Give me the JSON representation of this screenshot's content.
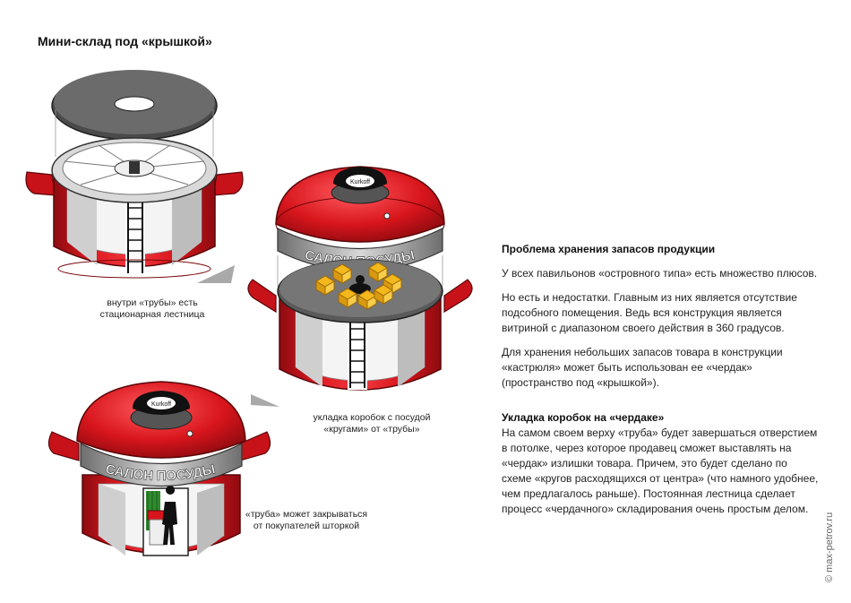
{
  "title": "Мини-склад под «крышкой»",
  "captions": {
    "ladder": [
      "внутри «трубы» есть",
      "стационарная лестница"
    ],
    "boxes": [
      "укладка коробок с посудой",
      "«кругами» от «трубы»"
    ],
    "curtain": [
      "«труба» может закрываться",
      "от покупателей шторкой"
    ]
  },
  "brand": "Kurkoff",
  "ring_text": "САЛОН ПОСУДЫ",
  "section1": {
    "heading": "Проблема хранения запасов продукции",
    "paragraphs": [
      "У всех павильонов «островного типа» есть множество плюсов.",
      "Но есть и недостатки. Главным из них является отсутствие подсобного помещения. Ведь вся конструкция является витриной с диапазоном своего действия в 360 градусов.",
      "Для хранения небольших запасов товара в конструкции «кастрюля» может быть использован ее «чердак» (пространство под «крышкой»)."
    ]
  },
  "section2": {
    "heading": "Укладка коробок на «чердаке»",
    "paragraph": "На самом своем верху «труба» будет завершаться отверстием в потолке, через которое продавец сможет выставлять на «чердак» излишки товара. Причем, это будет сделано по схеме «кругов расходящихся от центра» (что намного удобнее, чем предлагалось раньше). Постоянная лестница сделает процесс «чердачного» складирования очень простым делом."
  },
  "copyright": "© max-petrov.ru",
  "colors": {
    "red": "#d8151c",
    "dark_red": "#9b0d12",
    "gray": "#9a9a9a",
    "light_gray": "#d4d4d4",
    "black": "#111111",
    "box_yellow": "#f2b81c"
  }
}
